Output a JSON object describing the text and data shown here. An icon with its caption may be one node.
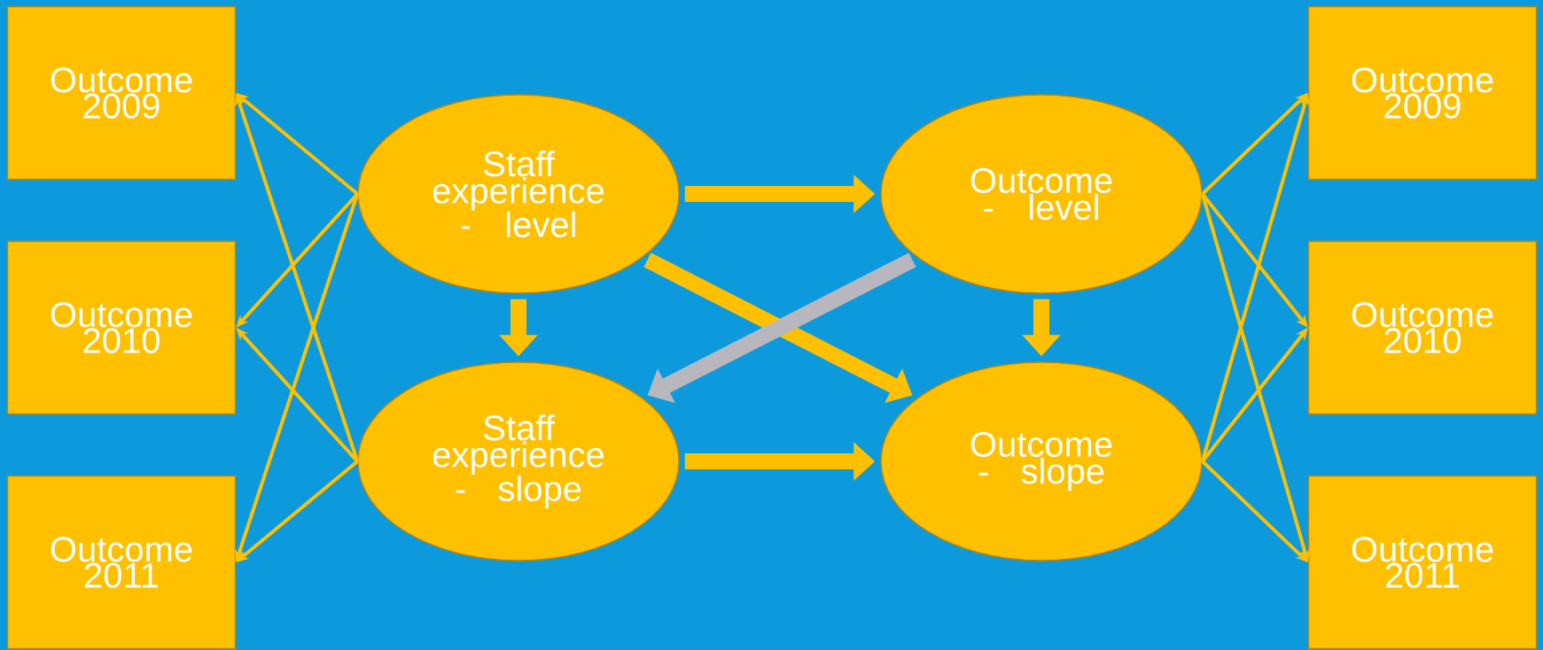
{
  "diagram": {
    "nodes": [
      {
        "text": [
          "Outcome 2009"
        ]
      },
      {
        "text": [
          "Outcome 2010"
        ]
      },
      {
        "text": [
          "Outcome 2011"
        ]
      },
      {
        "text": [
          "Staff experience - level"
        ]
      },
      {
        "text": [
          "Staff experience - slope"
        ]
      },
      {
        "text": [
          "Outcome - level"
        ]
      },
      {
        "text": [
          "Outcome - slope"
        ]
      },
      {
        "text": [
          "Outcome 2009"
        ]
      },
      {
        "text": [
          "Outcome 2010"
        ]
      },
      {
        "text": [
          "Outcome 2011"
        ]
      }
    ],
    "edges": [
      {
        "from": 3,
        "to": 0,
        "arrow": "to"
      },
      {
        "from": 3,
        "to": 1,
        "arrow": "to"
      },
      {
        "from": 3,
        "to": 2,
        "arrow": "to"
      },
      {
        "from": 4,
        "to": 0,
        "arrow": "to"
      },
      {
        "from": 4,
        "to": 1,
        "arrow": "to"
      },
      {
        "from": 4,
        "to": 2,
        "arrow": "to"
      },
      {
        "from": 3,
        "to": 5,
        "arrow": "to",
        "style": "thick"
      },
      {
        "from": 3,
        "to": 4,
        "arrow": "to",
        "style": "thick"
      },
      {
        "from": 3,
        "to": 6,
        "arrow": "to",
        "style": "thick"
      },
      {
        "from": 5,
        "to": 4,
        "arrow": "to",
        "style": "thick",
        "color": "#b7b7bd"
      },
      {
        "from": 5,
        "to": 6,
        "arrow": "to",
        "style": "thick"
      },
      {
        "from": 4,
        "to": 6,
        "arrow": "to",
        "style": "thick"
      },
      {
        "from": 5,
        "to": 7,
        "arrow": "to"
      },
      {
        "from": 5,
        "to": 8,
        "arrow": "to"
      },
      {
        "from": 5,
        "to": 9,
        "arrow": "to"
      },
      {
        "from": 6,
        "to": 7,
        "arrow": "to"
      },
      {
        "from": 6,
        "to": 8,
        "arrow": "to"
      },
      {
        "from": 6,
        "to": 9,
        "arrow": "to"
      }
    ]
  }
}
